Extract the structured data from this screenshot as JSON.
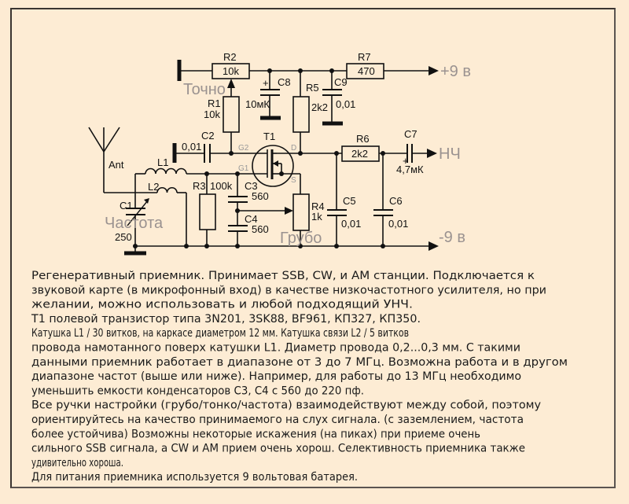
{
  "schematic": {
    "components": {
      "R1": {
        "name": "R1",
        "value": "10k"
      },
      "R2": {
        "name": "R2",
        "value": "10k"
      },
      "R3": {
        "name": "R3",
        "value": "100k"
      },
      "R4": {
        "name": "R4",
        "value": "1k"
      },
      "R5": {
        "name": "R5",
        "value": "2k2"
      },
      "R6": {
        "name": "R6",
        "value": "2k2"
      },
      "R7": {
        "name": "R7",
        "value": "470"
      },
      "C1": {
        "name": "C1",
        "value": "250"
      },
      "C2": {
        "name": "C2",
        "value": "0,01"
      },
      "C3": {
        "name": "C3",
        "value": "560"
      },
      "C4": {
        "name": "C4",
        "value": "560"
      },
      "C5": {
        "name": "C5",
        "value": "0,01"
      },
      "C6": {
        "name": "C6",
        "value": "0,01"
      },
      "C7": {
        "name": "C7",
        "value": "4,7мК"
      },
      "C8": {
        "name": "C8",
        "value": "10мК"
      },
      "C9": {
        "name": "C9",
        "value": "0,01"
      },
      "L1": {
        "name": "L1"
      },
      "L2": {
        "name": "L2"
      },
      "T1": {
        "name": "T1",
        "pins": {
          "g1": "G1",
          "g2": "G2",
          "d": "D",
          "s": "S"
        }
      }
    },
    "plus_sign": "+",
    "antenna": "Ant",
    "labels": {
      "fine": "Точно",
      "frequency": "Частота",
      "coarse": "Грубо",
      "plus9": "+9 в",
      "minus9": "-9 в",
      "af_out": "НЧ"
    }
  },
  "description": {
    "lines": [
      "Регенеративный приемник. Принимает SSB, CW, и AM станции. Подключается к",
      "звуковой карте (в микрофонный вход) в качестве низкочастотного усилителя, но при",
      "желании, можно использовать и любой подходящий УНЧ.",
      "Т1 полевой транзистор типа 3N201, 3SK88, BF961, КП327, КП350.",
      "Катушка L1 / 30 витков, на каркасе диаметром 12 мм. Катушка связи L2 / 5 витков",
      "провода намотанного поверх катушки L1. Диаметр провода 0,2...0,3 мм. С такими",
      "данными приемник работает в диапазоне от 3 до 7 МГц. Возможна работа и в другом",
      "диапазоне частот (выше или ниже). Например, для работы до 13 МГц необходимо",
      "уменьшить емкости конденсаторов С3, С4 с 560 до 220 пф.",
      "Все ручки настройки (грубо/тонко/частота) взаимодействуют между собой, поэтому",
      "ориентируйтесь на качество принимаемого на слух сигнала. (с заземлением, частота",
      "более устойчива) Возможны некоторые искажения (на пиках) при приеме очень",
      "сильного SSB сигнала, а CW и AM прием очень хорош. Селективность приемника также",
      "удивительно хороша.",
      "Для питания приемника используется 9 вольтовая батарея."
    ]
  }
}
